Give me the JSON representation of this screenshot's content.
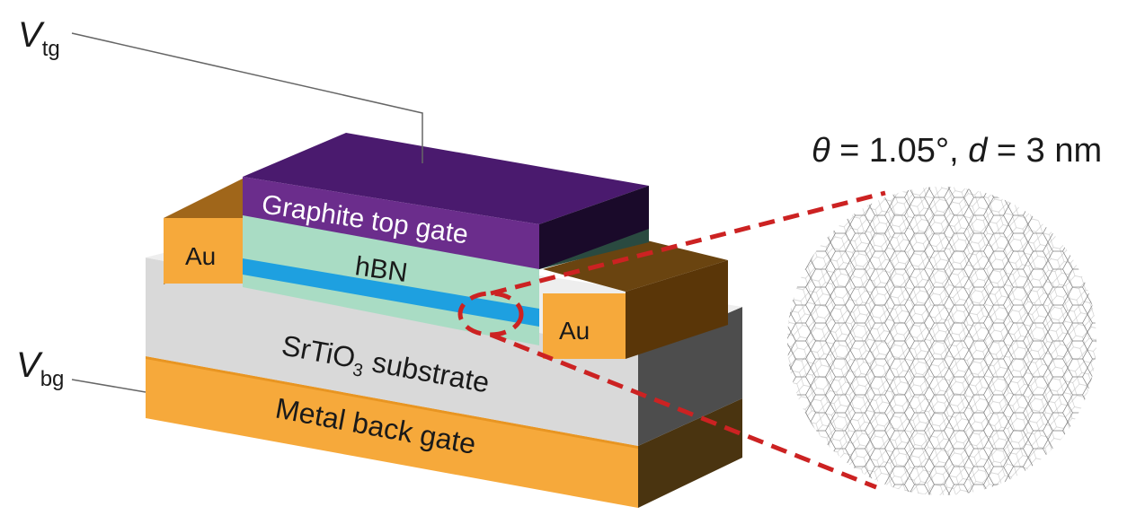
{
  "labels": {
    "v_tg_main": "V",
    "v_tg_sub": "tg",
    "v_bg_main": "V",
    "v_bg_sub": "bg",
    "graphite": "Graphite top gate",
    "hbn": "hBN",
    "au_left": "Au",
    "au_right": "Au",
    "substrate_pre": "SrTiO",
    "substrate_sub": "3",
    "substrate_post": " substrate",
    "backgate": "Metal back gate",
    "theta_sym": "θ",
    "theta_rest": " = 1.05°, ",
    "d_sym": "d",
    "d_rest": " = 3 nm"
  },
  "colors": {
    "graphite": "#4a1a6e",
    "hbn": "#a9dcc4",
    "channel": "#1ea0e0",
    "au": "#f6a93b",
    "substrate": "#d9d9d9",
    "backgate": "#f6a93b",
    "zoom_dash": "#cc2222"
  }
}
